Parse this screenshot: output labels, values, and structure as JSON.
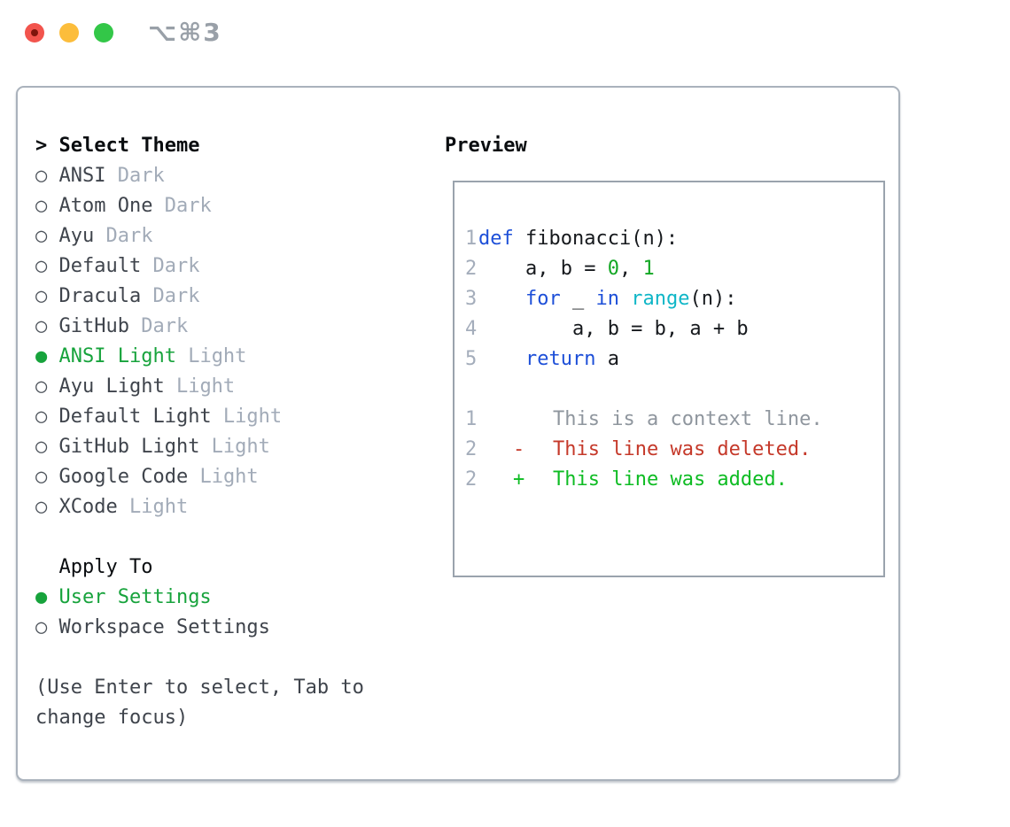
{
  "titlebar": {
    "shortcut": "⌥⌘3",
    "traffic_lights": [
      "close",
      "minimize",
      "zoom"
    ]
  },
  "theme_panel": {
    "prompt": ">",
    "title": "Select Theme",
    "items": [
      {
        "name": "ANSI",
        "variant": "Dark",
        "selected": false
      },
      {
        "name": "Atom One",
        "variant": "Dark",
        "selected": false
      },
      {
        "name": "Ayu",
        "variant": "Dark",
        "selected": false
      },
      {
        "name": "Default",
        "variant": "Dark",
        "selected": false
      },
      {
        "name": "Dracula",
        "variant": "Dark",
        "selected": false
      },
      {
        "name": "GitHub",
        "variant": "Dark",
        "selected": false
      },
      {
        "name": "ANSI Light",
        "variant": "Light",
        "selected": true
      },
      {
        "name": "Ayu Light",
        "variant": "Light",
        "selected": false
      },
      {
        "name": "Default Light",
        "variant": "Light",
        "selected": false
      },
      {
        "name": "GitHub Light",
        "variant": "Light",
        "selected": false
      },
      {
        "name": "Google Code",
        "variant": "Light",
        "selected": false
      },
      {
        "name": "XCode",
        "variant": "Light",
        "selected": false
      }
    ],
    "apply_to": {
      "title": "Apply To",
      "options": [
        {
          "label": "User Settings",
          "selected": true
        },
        {
          "label": "Workspace Settings",
          "selected": false
        }
      ]
    },
    "help_lines": [
      "(Use Enter to select, Tab to",
      "change focus)"
    ]
  },
  "preview": {
    "title": "Preview",
    "code_lines": [
      {
        "num": "1",
        "tokens": [
          {
            "c": "kw",
            "t": "def"
          },
          {
            "c": "plain",
            "t": " fibonacci(n):"
          }
        ]
      },
      {
        "num": "2",
        "tokens": [
          {
            "c": "plain",
            "t": "    a, b = "
          },
          {
            "c": "num",
            "t": "0"
          },
          {
            "c": "plain",
            "t": ", "
          },
          {
            "c": "num",
            "t": "1"
          }
        ]
      },
      {
        "num": "3",
        "tokens": [
          {
            "c": "plain",
            "t": "    "
          },
          {
            "c": "kw",
            "t": "for"
          },
          {
            "c": "plain",
            "t": " _ "
          },
          {
            "c": "kw",
            "t": "in"
          },
          {
            "c": "plain",
            "t": " "
          },
          {
            "c": "fn",
            "t": "range"
          },
          {
            "c": "plain",
            "t": "(n):"
          }
        ]
      },
      {
        "num": "4",
        "tokens": [
          {
            "c": "plain",
            "t": "        a, b = b, a + b"
          }
        ]
      },
      {
        "num": "5",
        "tokens": [
          {
            "c": "plain",
            "t": "    "
          },
          {
            "c": "kw",
            "t": "return"
          },
          {
            "c": "plain",
            "t": " a"
          }
        ]
      }
    ],
    "diff_lines": [
      {
        "num": "1",
        "marker": "",
        "text": "This is a context line.",
        "kind": "context"
      },
      {
        "num": "2",
        "marker": "-",
        "text": "This line was deleted.",
        "kind": "deleted"
      },
      {
        "num": "2",
        "marker": "+",
        "text": "This line was added.",
        "kind": "added"
      }
    ]
  },
  "colors": {
    "selection_green": "#17a33c",
    "added_green": "#0ebc23",
    "deleted_red": "#c5392a",
    "keyword_blue": "#1d4fd8",
    "function_cyan": "#0fb6c7",
    "number_green": "#13a724",
    "muted_gray": "#a2abb8",
    "traffic_red": "#f2544d",
    "traffic_yellow": "#fcbd3b",
    "traffic_green": "#33c748"
  }
}
